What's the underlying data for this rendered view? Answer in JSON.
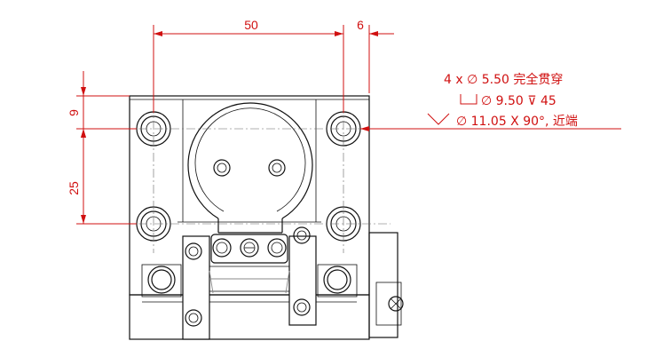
{
  "dimensions": {
    "top_long": "50",
    "top_short": "6",
    "left_upper": "9",
    "left_lower": "25"
  },
  "hole_callout": {
    "line1": "4 x ∅ 5.50 完全贯穿",
    "line2": "∅ 9.50 ⊽ 45",
    "line3": "∅ 11.05 X 90°, 近端"
  },
  "colors": {
    "dimension": "#d01010",
    "outline": "#111111"
  }
}
